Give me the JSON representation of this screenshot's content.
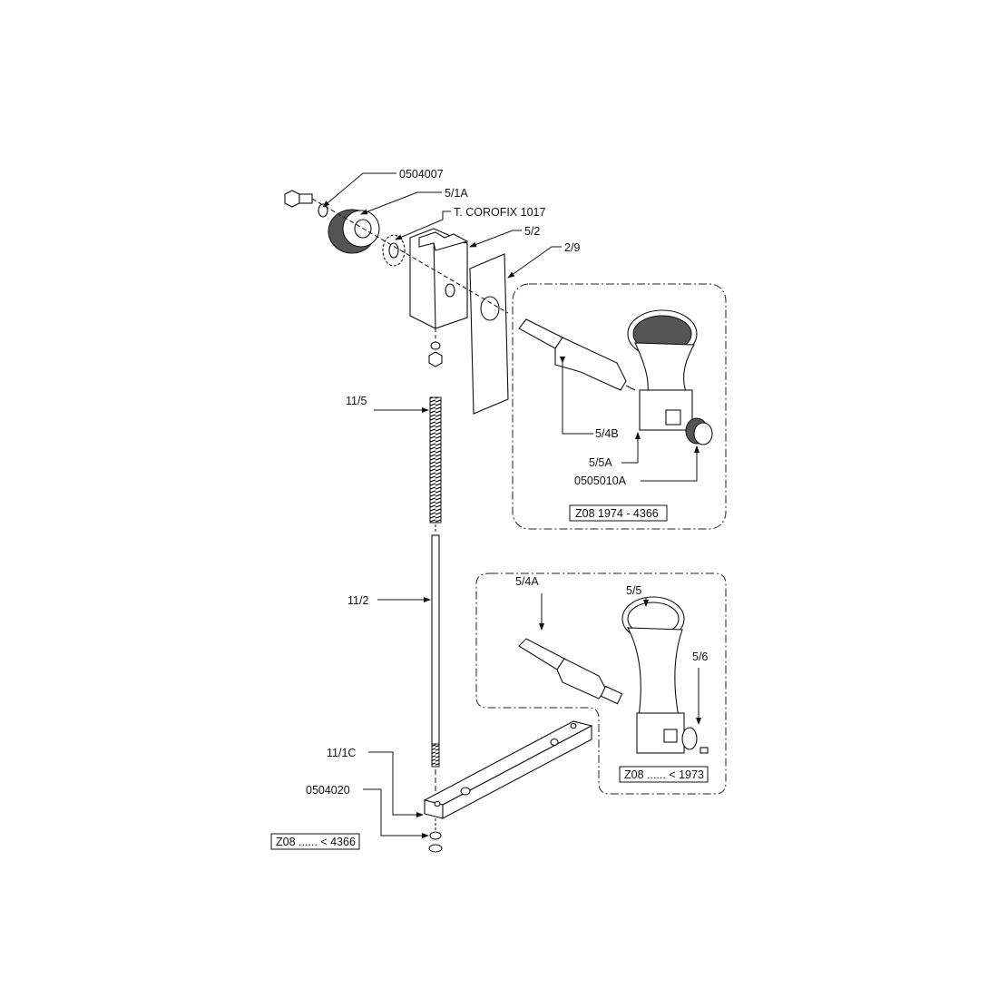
{
  "title": "Exploded parts diagram",
  "callouts": {
    "washer": "0504007",
    "gear": "5/1A",
    "lock_washer": "T. COROFIX 1017",
    "block": "5/2",
    "plate": "2/9",
    "spring": "11/5",
    "rod": "11/2",
    "bar": "11/1C",
    "nut": "0504020",
    "shaft_b": "5/4B",
    "handle_a": "5/5A",
    "knob": "0505010A",
    "handle": "5/5",
    "shaft_a": "5/4A",
    "handle_washer": "5/6"
  },
  "version_boxes": {
    "upper_inset": "Z08  1974 - 4366",
    "lower_inset": "Z08 ...... < 1973",
    "main": "Z08 ...... < 4366"
  }
}
